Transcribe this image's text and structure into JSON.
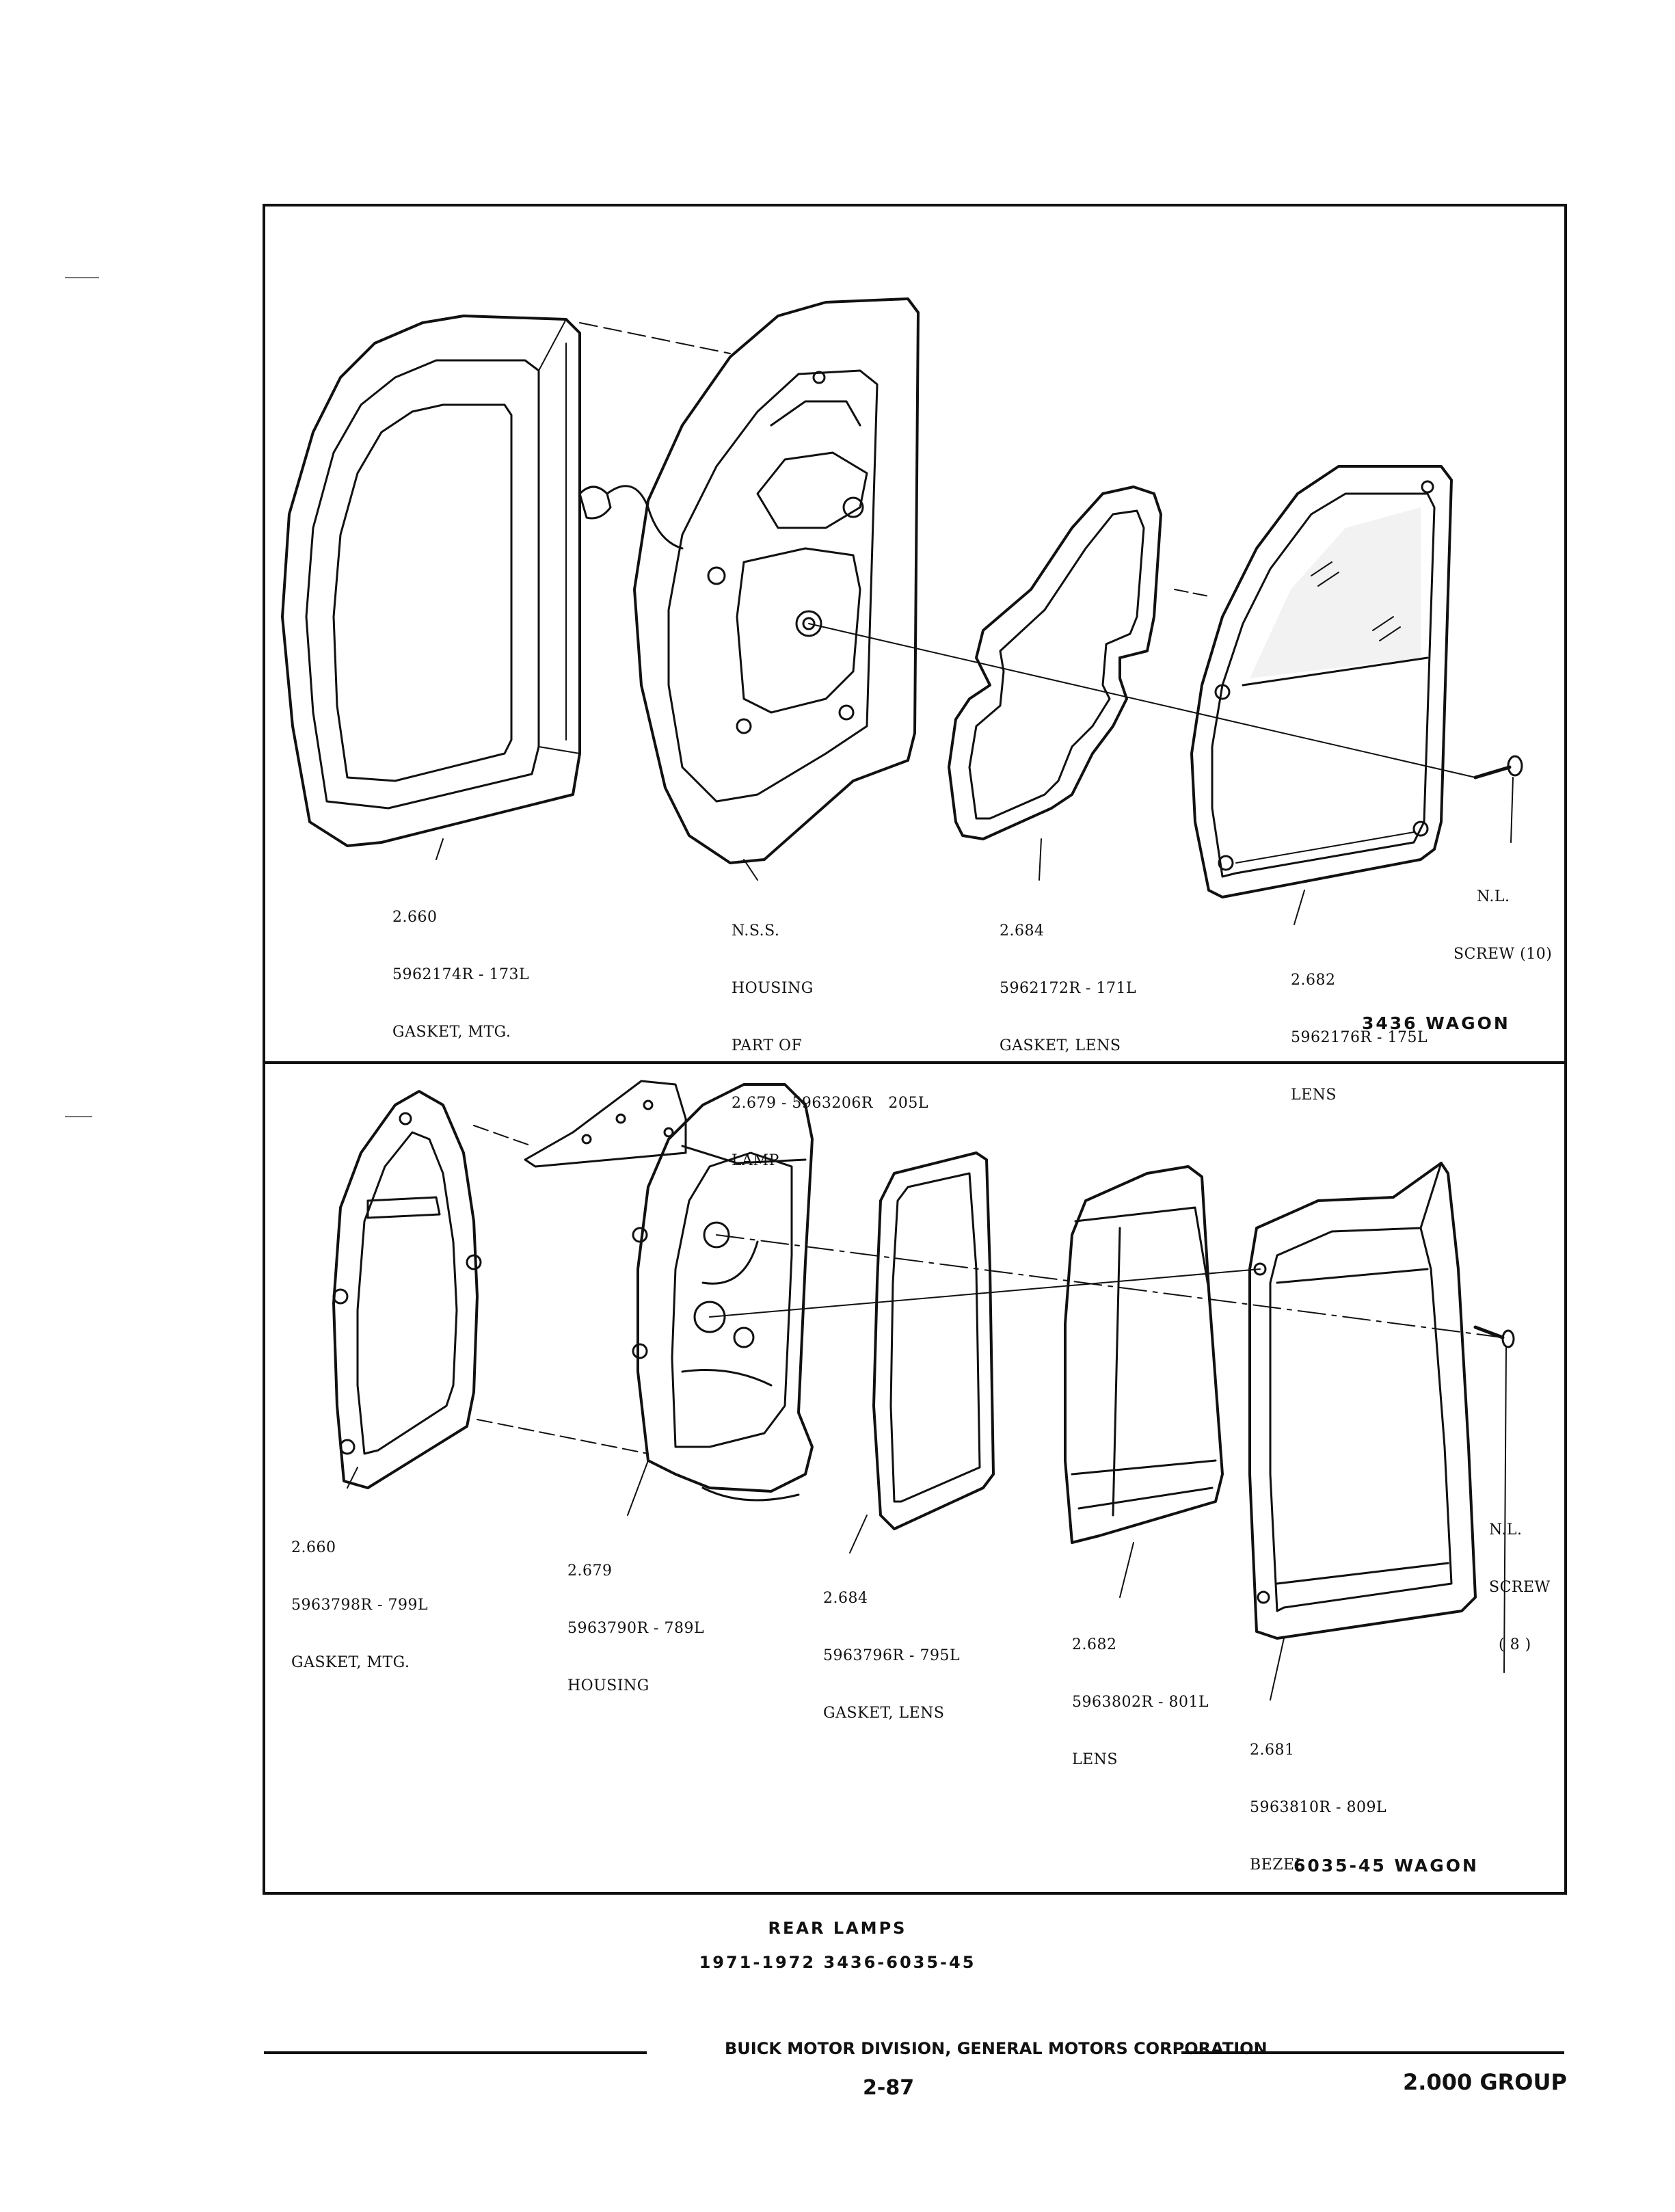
{
  "top_panel": {
    "title": "3436 WAGON",
    "callouts": [
      {
        "name": "gasket-mtg",
        "lines": [
          "2.660",
          "5962174R - 173L",
          "GASKET, MTG."
        ]
      },
      {
        "name": "housing",
        "lines": [
          "N.S.S.",
          "HOUSING",
          "PART OF",
          "2.679 - 5963206R   205L",
          "LAMP"
        ]
      },
      {
        "name": "gasket-lens",
        "lines": [
          "2.684",
          "5962172R - 171L",
          "GASKET, LENS"
        ]
      },
      {
        "name": "screw",
        "lines": [
          "N.L.",
          "SCREW (10)"
        ]
      },
      {
        "name": "lens",
        "lines": [
          "2.682",
          "5962176R - 175L",
          "LENS"
        ]
      }
    ]
  },
  "bottom_panel": {
    "title": "6035-45 WAGON",
    "callouts": [
      {
        "name": "gasket-mtg",
        "lines": [
          "2.660",
          "5963798R - 799L",
          "GASKET, MTG."
        ]
      },
      {
        "name": "housing",
        "lines": [
          "2.679",
          "5963790R - 789L",
          "HOUSING"
        ]
      },
      {
        "name": "gasket-lens",
        "lines": [
          "2.684",
          "5963796R - 795L",
          "GASKET, LENS"
        ]
      },
      {
        "name": "lens",
        "lines": [
          "2.682",
          "5963802R - 801L",
          "LENS"
        ]
      },
      {
        "name": "bezel",
        "lines": [
          "2.681",
          "5963810R - 809L",
          "BEZEL"
        ]
      },
      {
        "name": "screw",
        "lines": [
          "N.L.",
          "SCREW",
          "( 8 )"
        ]
      }
    ]
  },
  "caption": {
    "title": "REAR LAMPS",
    "subtitle": "1971-1972 3436-6035-45"
  },
  "footer": {
    "division": "BUICK MOTOR DIVISION, GENERAL MOTORS CORPORATION",
    "page_number": "2-87",
    "group": "2.000 GROUP"
  }
}
